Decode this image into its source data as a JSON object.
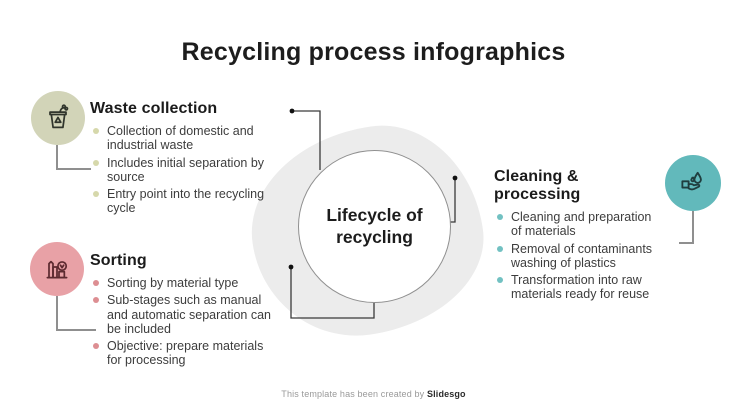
{
  "title": "Recycling process infographics",
  "center": {
    "label": "Lifecycle of recycling"
  },
  "sections": [
    {
      "heading": "Waste collection",
      "icon": "trash-bin-recycle-icon",
      "color": "#d2d4b8",
      "bullet_color": "#d6d8ab",
      "bullets": [
        "Collection of domestic and industrial waste",
        "Includes initial separation by source",
        "Entry point into the recycling cycle"
      ]
    },
    {
      "heading": "Sorting",
      "icon": "sorting-facility-icon",
      "color": "#e8a1a6",
      "bullet_color": "#dd8e92",
      "bullets": [
        "Sorting by material type",
        "Sub-stages such as manual and automatic separation can be included",
        "Objective: prepare materials for processing"
      ]
    },
    {
      "heading": "Cleaning & processing",
      "icon": "hand-water-drop-icon",
      "color": "#62b9bb",
      "bullet_color": "#72c1c2",
      "bullets": [
        "Cleaning and preparation of materials",
        "Removal of contaminants washing of plastics",
        "Transformation into raw materials ready for reuse"
      ]
    }
  ],
  "footer": {
    "prefix": "This template has been created by ",
    "brand": "Slidesgo"
  },
  "colors": {
    "background": "#ffffff",
    "blob": "#ececec",
    "text_dark": "#1d1d1d",
    "text_body": "#3d3d3d",
    "connector_dark": "#3a3a3a",
    "connector_gray": "#8f8f8f"
  }
}
